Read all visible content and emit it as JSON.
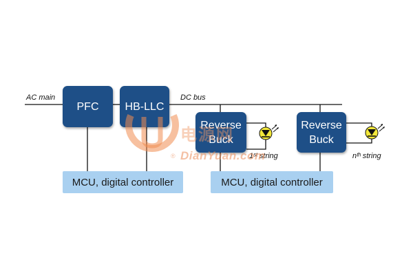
{
  "labels": {
    "ac_main": "AC main",
    "dc_bus": "DC bus",
    "string_1": "1ˢᵗ string",
    "string_n": "nᵗʰ string"
  },
  "blocks": {
    "pfc": "PFC",
    "hb_llc": "HB-LLC",
    "reverse_buck_1_line1": "Reverse",
    "reverse_buck_1_line2": "Buck",
    "reverse_buck_2_line1": "Reverse",
    "reverse_buck_2_line2": "Buck"
  },
  "controllers": {
    "left": "MCU, digital controller",
    "right": "MCU, digital controller"
  },
  "watermark": {
    "chinese": "电源网",
    "latin": "DianYuan.com",
    "registered": "®"
  },
  "colors": {
    "block_fill": "#1e4f87",
    "controller_fill": "#a9d0f0",
    "led_fill": "#f3e83a",
    "watermark": "#eb8c5a"
  },
  "icons": [
    "led-icon",
    "watermark-logo-icon"
  ]
}
